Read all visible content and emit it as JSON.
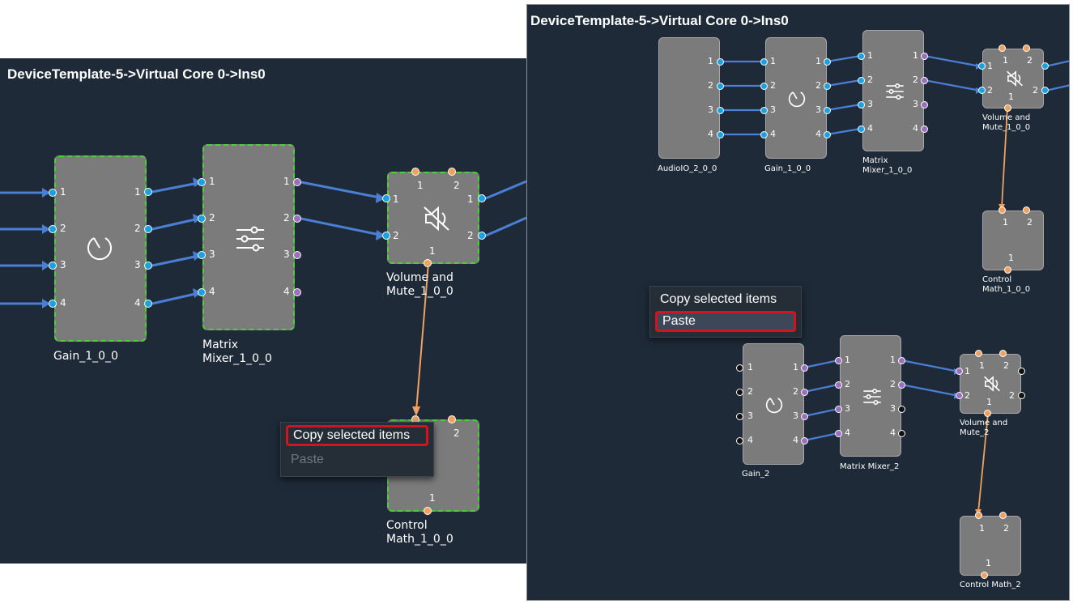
{
  "left_panel": {
    "title": "DeviceTemplate-5->Virtual Core 0->Ins0",
    "blocks": {
      "gain": "Gain_1_0_0",
      "matrix": "Matrix\nMixer_1_0_0",
      "volume": "Volume and\nMute_1_0_0",
      "control": "Control\nMath_1_0_0"
    },
    "context_menu": {
      "copy": "Copy selected items",
      "paste": "Paste"
    }
  },
  "right_panel": {
    "title": "DeviceTemplate-5->Virtual Core 0->Ins0",
    "blocks": {
      "audioio": "AudioIO_2_0_0",
      "gain": "Gain_1_0_0",
      "matrix": "Matrix\nMixer_1_0_0",
      "volume": "Volume and\nMute_1_0_0",
      "control": "Control\nMath_1_0_0",
      "gain2": "Gain_2",
      "matrix2": "Matrix Mixer_2",
      "volume2": "Volume and\nMute_2",
      "control2": "Control Math_2"
    },
    "context_menu": {
      "copy": "Copy selected items",
      "paste": "Paste"
    }
  },
  "port_labels": {
    "n1": "1",
    "n2": "2",
    "n3": "3",
    "n4": "4"
  },
  "colors": {
    "canvas": "#1e2a38",
    "wire": "#4a7fd4",
    "control_wire": "#f0a160",
    "selection": "#4cd137",
    "highlight": "#d4141c"
  },
  "icons": {
    "gain": "knob-icon",
    "matrix": "sliders-icon",
    "volume": "speaker-mute-icon"
  }
}
